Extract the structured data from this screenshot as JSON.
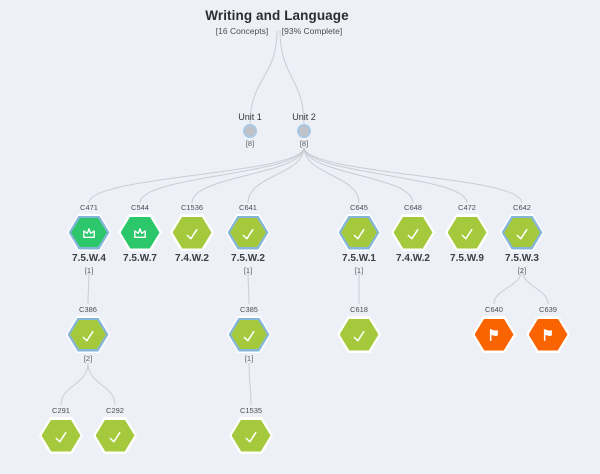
{
  "title": {
    "text": "Writing and Language",
    "concepts_label": "[16 Concepts]",
    "complete_label": "[93% Complete]"
  },
  "units": [
    {
      "label": "Unit 1",
      "count": "[8]"
    },
    {
      "label": "Unit 2",
      "count": "[8]"
    }
  ],
  "nodes": [
    {
      "id": "C471",
      "skill": "7.5.W.4",
      "count": "[1]",
      "status": "mastered-crown"
    },
    {
      "id": "C544",
      "skill": "7.5.W.7",
      "status": "mastered-crown"
    },
    {
      "id": "C1536",
      "skill": "7.4.W.2",
      "status": "completed-check"
    },
    {
      "id": "C641",
      "skill": "7.5.W.2",
      "count": "[1]",
      "status": "completed-check"
    },
    {
      "id": "C645",
      "skill": "7.5.W.1",
      "count": "[1]",
      "status": "completed-check"
    },
    {
      "id": "C648",
      "skill": "7.4.W.2",
      "status": "completed-check"
    },
    {
      "id": "C472",
      "skill": "7.5.W.9",
      "status": "completed-check"
    },
    {
      "id": "C642",
      "skill": "7.5.W.3",
      "count": "[2]",
      "status": "completed-check"
    },
    {
      "id": "C386",
      "count": "[2]",
      "status": "completed-check"
    },
    {
      "id": "C385",
      "count": "[1]",
      "status": "completed-check"
    },
    {
      "id": "C618",
      "status": "completed-check"
    },
    {
      "id": "C640",
      "status": "flagged"
    },
    {
      "id": "C639",
      "status": "flagged"
    },
    {
      "id": "C291",
      "status": "completed-check"
    },
    {
      "id": "C292",
      "status": "completed-check"
    },
    {
      "id": "C1535",
      "status": "completed-check"
    }
  ],
  "edges": [
    [
      "Writing and Language",
      "Unit 1"
    ],
    [
      "Writing and Language",
      "Unit 2"
    ],
    [
      "Unit 2",
      "C471"
    ],
    [
      "Unit 2",
      "C544"
    ],
    [
      "Unit 2",
      "C1536"
    ],
    [
      "Unit 2",
      "C641"
    ],
    [
      "Unit 2",
      "C645"
    ],
    [
      "Unit 2",
      "C648"
    ],
    [
      "Unit 2",
      "C472"
    ],
    [
      "Unit 2",
      "C642"
    ],
    [
      "C471",
      "C386"
    ],
    [
      "C386",
      "C291"
    ],
    [
      "C386",
      "C292"
    ],
    [
      "C641",
      "C385"
    ],
    [
      "C385",
      "C1535"
    ],
    [
      "C645",
      "C618"
    ],
    [
      "C642",
      "C640"
    ],
    [
      "C642",
      "C639"
    ]
  ],
  "colors": {
    "background": "#edf0f7",
    "mastered_green": "#2bc76a",
    "completed_lime": "#a5c93d",
    "flagged_orange": "#fa6400",
    "selection_ring_blue": "#85b6d9",
    "edge_gray": "#c9cdd4",
    "unit_circle_gray": "#bfc3c7"
  }
}
